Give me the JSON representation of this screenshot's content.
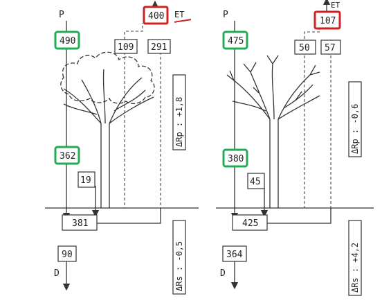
{
  "colors": {
    "ink": "#333333",
    "red_marker": "#cc2222",
    "green_marker": "#22aa55"
  },
  "left": {
    "P": "P",
    "ET": "ET",
    "precip": "490",
    "et_total": "400",
    "et_a": "109",
    "et_b": "291",
    "throughfall": "362",
    "stemflow": "19",
    "soil": "381",
    "drainage": "90",
    "D": "D",
    "delta_rp": "ΔRp : +1,8",
    "delta_rs": "ΔRs : -0,5"
  },
  "right": {
    "P": "P",
    "ET": "ET",
    "precip": "475",
    "et_total": "107",
    "et_a": "50",
    "et_b": "57",
    "throughfall": "380",
    "stemflow": "45",
    "soil": "425",
    "drainage": "364",
    "D": "D",
    "delta_rp": "ΔRp : -0,6",
    "delta_rs": "ΔRs : +4,2"
  }
}
